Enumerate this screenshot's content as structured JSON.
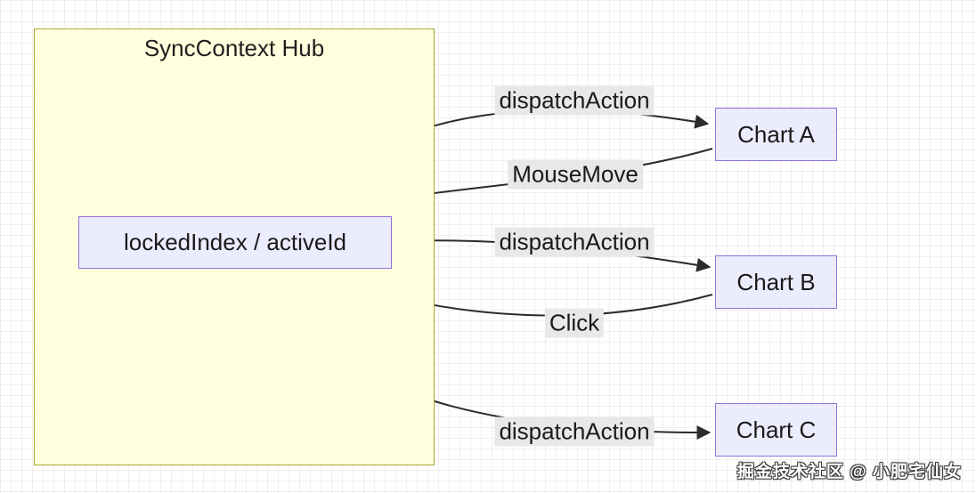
{
  "diagram": {
    "hub": {
      "title": "SyncContext Hub",
      "node_label": "lockedIndex / activeId"
    },
    "nodes": [
      {
        "id": "chart-a",
        "label": "Chart A"
      },
      {
        "id": "chart-b",
        "label": "Chart B"
      },
      {
        "id": "chart-c",
        "label": "Chart C"
      }
    ],
    "edges": [
      {
        "from": "lockedIndex / activeId",
        "to": "Chart A",
        "label": "dispatchAction"
      },
      {
        "from": "Chart A",
        "to": "lockedIndex / activeId",
        "label": "MouseMove"
      },
      {
        "from": "lockedIndex / activeId",
        "to": "Chart B",
        "label": "dispatchAction"
      },
      {
        "from": "Chart B",
        "to": "lockedIndex / activeId",
        "label": "Click"
      },
      {
        "from": "lockedIndex / activeId",
        "to": "Chart C",
        "label": "dispatchAction"
      }
    ],
    "edge_labels": {
      "dispatch_a": "dispatchAction",
      "mousemove": "MouseMove",
      "dispatch_b": "dispatchAction",
      "click": "Click",
      "dispatch_c": "dispatchAction"
    },
    "colors": {
      "node_fill": "#ECECFF",
      "node_border": "#9370DB",
      "subgraph_fill": "#FFFFDE",
      "subgraph_border": "#AAAA33",
      "edge_stroke": "#2b2b2b",
      "edge_label_bg": "#E8E8E8"
    }
  },
  "watermark": {
    "text": "掘金技术社区 @ 小肥宅仙女"
  }
}
